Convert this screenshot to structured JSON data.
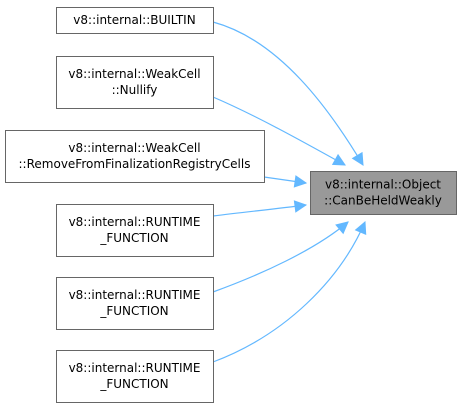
{
  "diagram": {
    "type": "call-graph",
    "target": {
      "id": "target",
      "lines": [
        "v8::internal::Object",
        "::CanBeHeldWeakly"
      ]
    },
    "callers": [
      {
        "id": "builtin",
        "lines": [
          "v8::internal::BUILTIN"
        ]
      },
      {
        "id": "weakcell-nullify",
        "lines": [
          "v8::internal::WeakCell",
          "::Nullify"
        ]
      },
      {
        "id": "weakcell-remove",
        "lines": [
          "v8::internal::WeakCell",
          "::RemoveFromFinalizationRegistryCells"
        ]
      },
      {
        "id": "runtime-function-1",
        "lines": [
          "v8::internal::RUNTIME",
          "_FUNCTION"
        ]
      },
      {
        "id": "runtime-function-2",
        "lines": [
          "v8::internal::RUNTIME",
          "_FUNCTION"
        ]
      },
      {
        "id": "runtime-function-3",
        "lines": [
          "v8::internal::RUNTIME",
          "_FUNCTION"
        ]
      }
    ],
    "edges": [
      {
        "from": "builtin",
        "to": "target"
      },
      {
        "from": "weakcell-nullify",
        "to": "target"
      },
      {
        "from": "weakcell-remove",
        "to": "target"
      },
      {
        "from": "runtime-function-1",
        "to": "target"
      },
      {
        "from": "runtime-function-2",
        "to": "target"
      },
      {
        "from": "runtime-function-3",
        "to": "target"
      }
    ],
    "colors": {
      "edge": "#63b8ff",
      "node_border": "#666666",
      "target_fill": "#999999",
      "node_fill": "#ffffff"
    }
  }
}
